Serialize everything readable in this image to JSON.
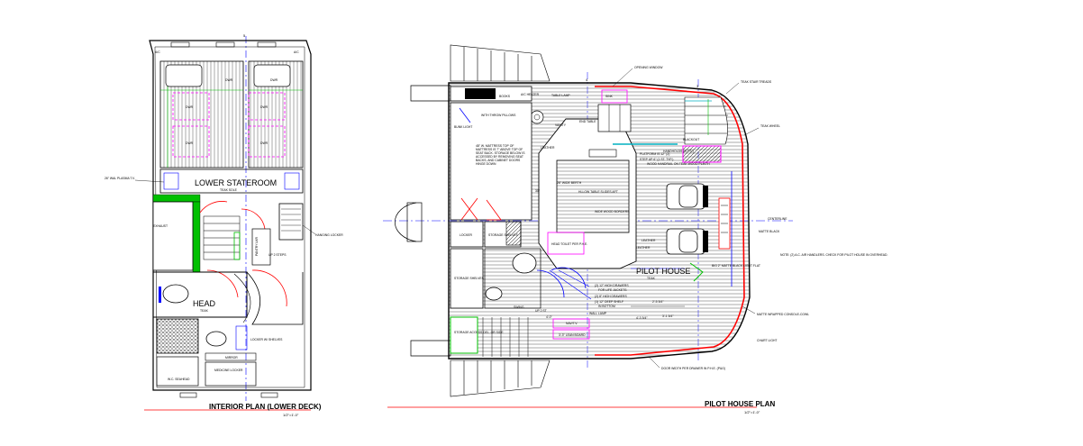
{
  "colors": {
    "wall": "#000000",
    "hull_red": "#ff0000",
    "centerline_blue": "#0000ff",
    "bunk_magenta": "#ff00ff",
    "rail_green": "#00c000",
    "cyan": "#00b0c0"
  },
  "lower_deck": {
    "title": "INTERIOR PLAN (LOWER DECK)",
    "scale": "1/2\"=1'-0\"",
    "frame": "5",
    "room_stateroom": "LOWER STATEROOM",
    "stateroom_sole": "TEAK SOLE",
    "room_head": "HEAD",
    "head_sole": "TEAK",
    "labels": {
      "tv": "26\" WAL PLASMA T.V.",
      "hanging_locker": "HANGING LOCKER",
      "exhaust": "EXHAUST",
      "up_steps": "UP 2 STEPS",
      "pantry": "PANTRY LKR",
      "locker_shelves": "LOCKER W/ SHELVES",
      "mirror": "MIRROR",
      "medicine": "MEDICINE LOCKER",
      "wc": "W.C. SEAHEAD",
      "drw1": "DWR",
      "drw2": "DWR",
      "drw3": "DWR",
      "drw4": "DWR",
      "drw5": "DWR",
      "drw6": "DWR",
      "ac1": "A/C",
      "ac2": "A/C"
    }
  },
  "pilot_house": {
    "title": "PILOT HOUSE PLAN",
    "scale": "1/2\"=1'-0\"",
    "room": "PILOT HOUSE",
    "room_sub": "TEAK",
    "frame4": "4",
    "frame3": "3",
    "labels": {
      "opening_window": "OPENING WINDOW",
      "teak_stair": "TEAK STAIR TREADS",
      "teak_wheel": "TEAK WHEEL",
      "centerline": "CENTERLINE",
      "matte_black": "MATTE BLACK",
      "matte_wrapped": "MATTE WRAPPED CONSOLE-COWL",
      "chart_light": "CHART LIGHT",
      "door_note": "DOOR WIDTH PER DRAWER IN P.H.E. (P&G)",
      "note": "NOTE: (2) A.C. AIR HANDLERS. CHECK FOR PILOT HOUSE IN OVERHEAD.",
      "table_lamp": "TABLE LAMP",
      "books": "BOOKS",
      "ac_heater": "A/C HEATER",
      "bunk_light": "BUNK LIGHT",
      "throw_pillows": "WITH THROW PILLOWS",
      "mattress": "48\" W. MATTRESS TOP OF MATTRESS IS 7\" ABOVE TOP OF SEAT BACK. STORAGE BELOW IS ACCESSED BY REMOVING SEAT BACKS, AND CABINET DOORS HINGE DOWN",
      "vanity": "VANITY",
      "end_table": "END TABLE",
      "leather1": "LEATHER",
      "leather2": "LEATHER",
      "leather3": "LEATHER",
      "hilo_table": "HI-LOW TABLE SLIDES AFT",
      "wide_berth": "28\" WIDE BERTH",
      "dims_30": "30\"",
      "storage_shelves": "STORAGE SHELVES",
      "locker": "LOCKER",
      "toilet": "HEAD TOILET PER P.H.E.",
      "storage2": "STORAGE SHELVES",
      "step": "STEP UP 6\" (1 ST. TYP.)",
      "platform": "PLATFORM IS 12\" (2)",
      "handrail": "WOOD HANDRAIL ON TEAK WOOD PLINTH",
      "wide_border": "WIDE WOOD BORDERS",
      "blackout": "BLACKOUT",
      "binnacle": "HANDHOLDS (N.T.S.)",
      "spec1": "(2) 12\" HIGH DRAWERS",
      "spec2": "FOR LIFE JACKETS",
      "spec3": "(2) 8\" HIGH DRAWERS",
      "spec4": "(1) 12\" DEEP SHELF",
      "spec5": "IN BOTTOM",
      "wall_lamp": "WALL LAMP",
      "nav_tv": "NAV/T.V.",
      "chart_board": "3'-3\" LEAN BOARD",
      "storage3": "STORAGE ACCESS DEL. OR SIDE",
      "dim1": "4'-0\"",
      "dim2": "2'-5 3/4\"",
      "dim3": "3'-1 3/4\"",
      "dim4": "4'-3 3/4\"",
      "dim5": "BIG 2\" MATTE BLACK LIGHT FLAT",
      "swing": "SWING",
      "up_lbl": "UP 2 ST",
      "sink": "SINK"
    }
  }
}
